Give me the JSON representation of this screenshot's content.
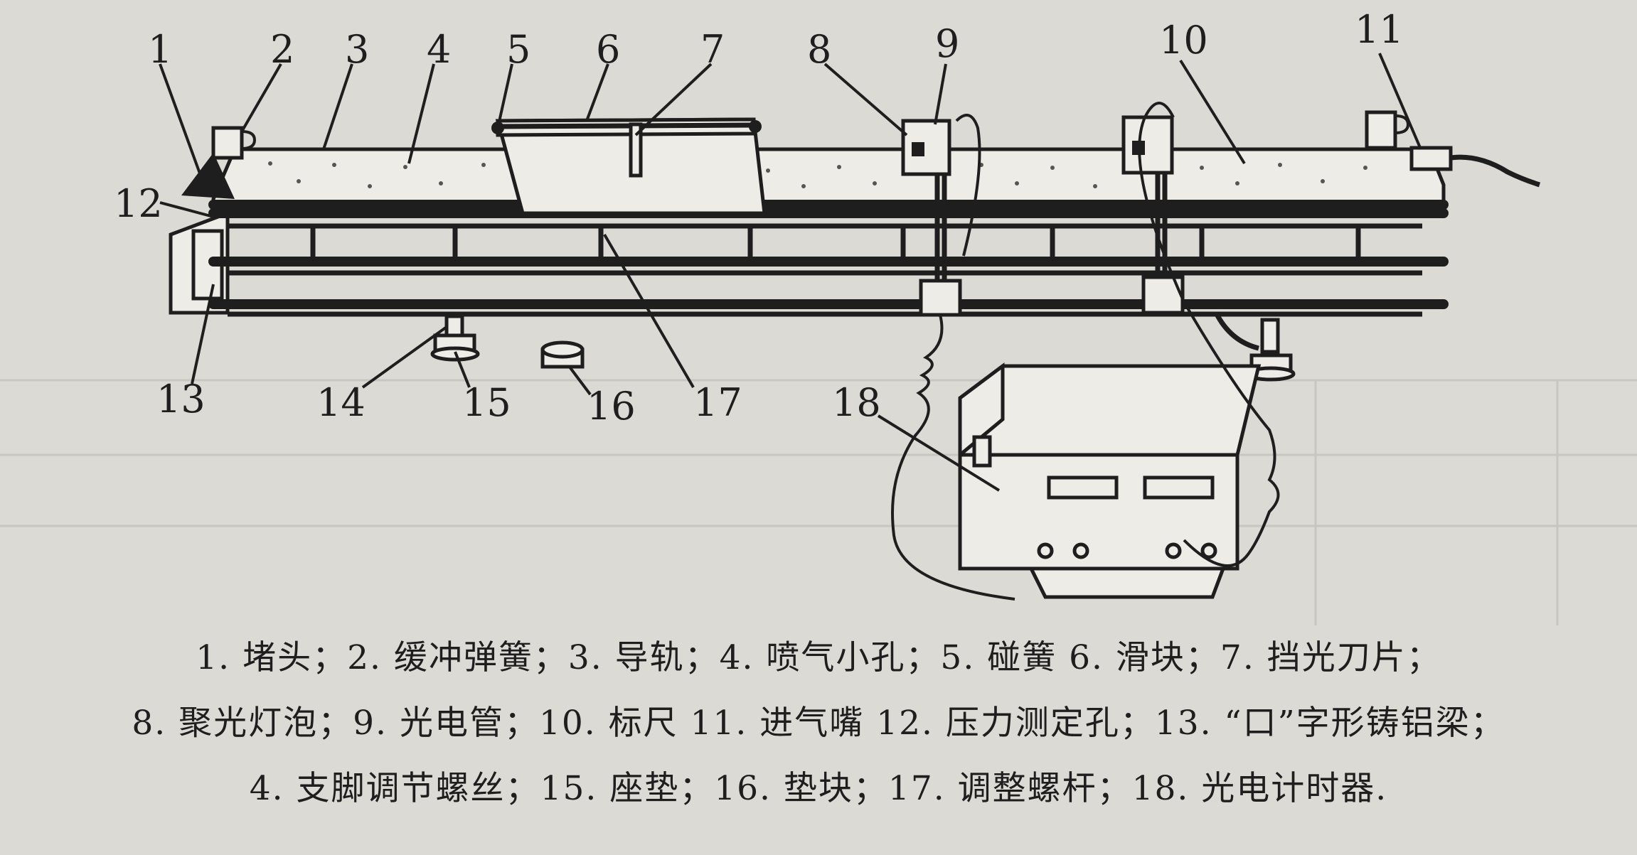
{
  "labels": [
    "1",
    "2",
    "3",
    "4",
    "5",
    "6",
    "7",
    "8",
    "9",
    "10",
    "11",
    "12",
    "13",
    "14",
    "15",
    "16",
    "17",
    "18"
  ],
  "legend": {
    "line1": "1. 堵头；2. 缓冲弹簧；3. 导轨；4. 喷气小孔；5. 碰簧 6. 滑块；7. 挡光刀片；",
    "line2": "8. 聚光灯泡；9. 光电管；10. 标尺 11. 进气嘴 12. 压力测定孔；13. “口”字形铸铝梁；",
    "line3": "4. 支脚调节螺丝；15. 座垫；16. 垫块；17. 调整螺杆；18. 光电计时器."
  }
}
